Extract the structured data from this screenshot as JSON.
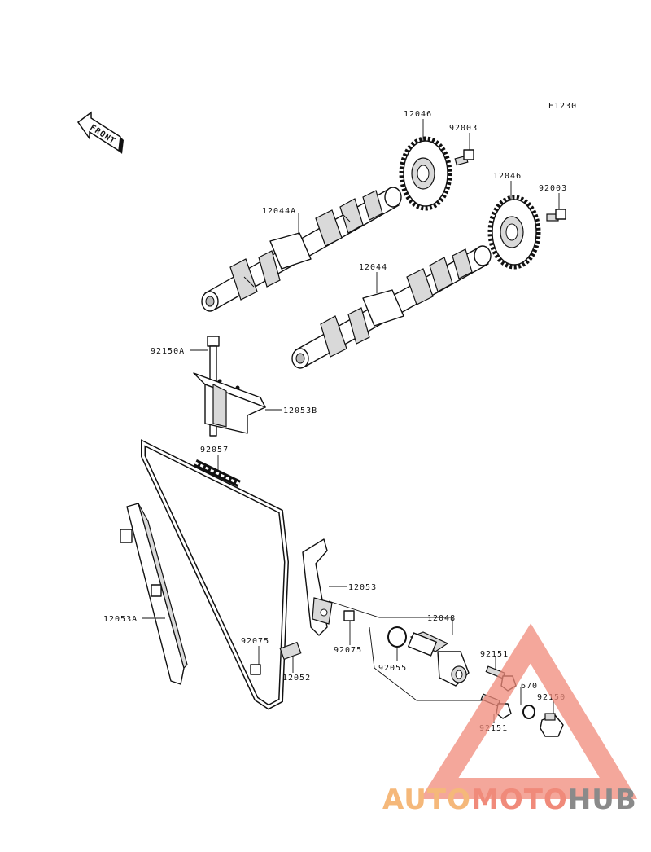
{
  "diagram": {
    "code": "E1230",
    "front_label": "FRONT",
    "parts": {
      "sprocket_top": "12046",
      "bolt_top": "92003",
      "sprocket_right": "12046",
      "bolt_right": "92003",
      "camshaft_a": "12044A",
      "camshaft": "12044",
      "bolt_guide": "92150A",
      "guide_top": "12053B",
      "chain": "92057",
      "guide_left": "12053A",
      "guide_right": "12053",
      "tensioner": "12048",
      "bolt_tensioner_top": "92151",
      "washer": "670",
      "bolt_plug": "92150",
      "bolt_tensioner_bottom": "92151",
      "oring": "92055",
      "damper_left": "92075",
      "damper_right": "92075",
      "pivot": "12052"
    }
  },
  "watermark": {
    "part1": "AUTO",
    "part2": "MOTO",
    "part3": "HUB",
    "color1": "#f5b87a",
    "color2": "#f08a7a",
    "color3": "#8a8a8a",
    "triangle_color": "#f08a7a"
  }
}
